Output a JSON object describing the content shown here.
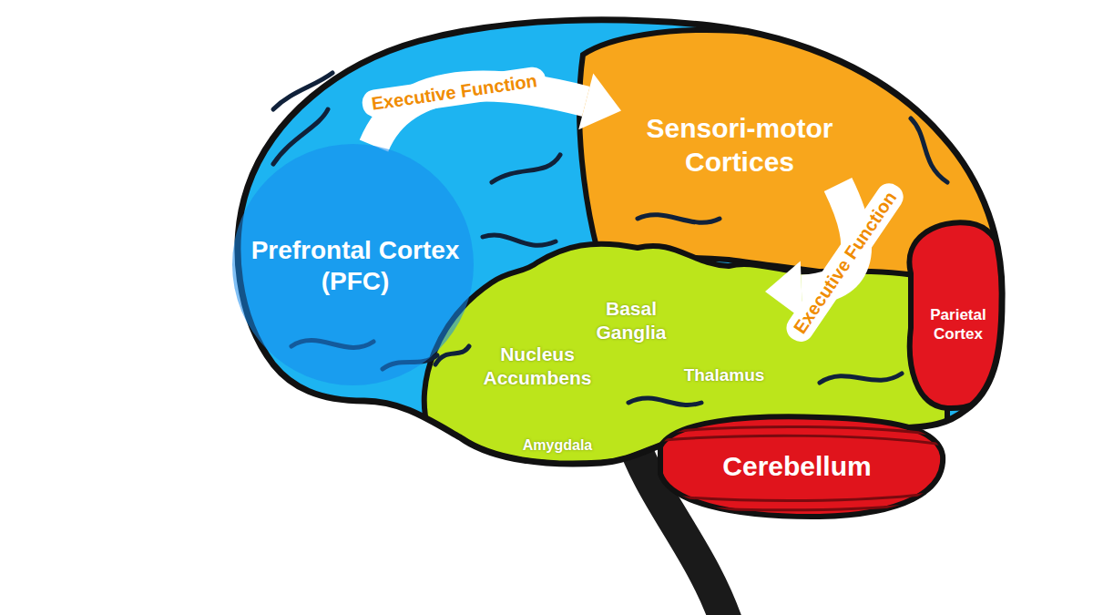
{
  "diagram": {
    "nodes": [
      {
        "text": [
          "Prefrontal Cortex (PFC)"
        ]
      },
      {
        "text": [
          "Sensori-motor Cortices"
        ]
      },
      {
        "text": [
          "Basal Ganglia",
          "Nucleus Accumbens",
          "Thalamus",
          "Amygdala"
        ]
      },
      {
        "text": [
          "Parietal Cortex"
        ]
      },
      {
        "text": [
          "Cerebellum"
        ]
      }
    ],
    "edges": [
      {
        "from": 0,
        "to": 1,
        "label": "Executive Function",
        "arrow": "to"
      },
      {
        "from": 1,
        "to": 2,
        "label": "Executive Function",
        "arrow": "to"
      }
    ]
  }
}
